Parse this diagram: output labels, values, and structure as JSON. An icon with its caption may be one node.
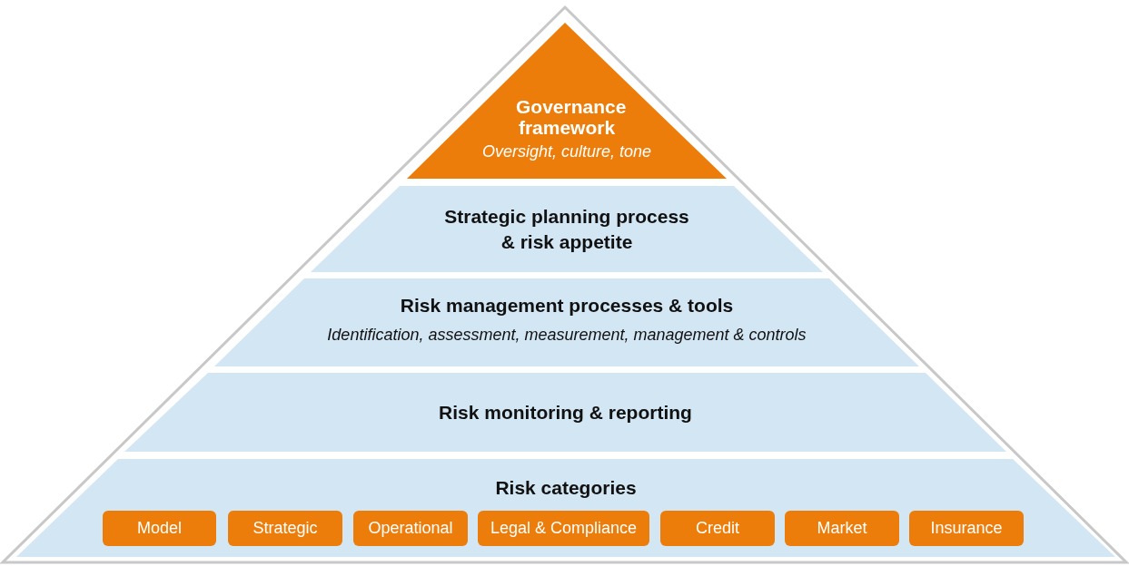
{
  "diagram": {
    "nodes": [
      {
        "text": [
          "Governance framework",
          "Oversight, culture, tone"
        ]
      },
      {
        "text": [
          "Strategic planning process & risk appetite"
        ]
      },
      {
        "text": [
          "Risk management processes & tools",
          "Identification, assessment, measurement, management & controls"
        ]
      },
      {
        "text": [
          "Risk monitoring & reporting"
        ]
      },
      {
        "text": [
          "Risk categories"
        ]
      },
      {
        "text": [
          "Model"
        ],
        "in": 4
      },
      {
        "text": [
          "Strategic"
        ],
        "in": 4
      },
      {
        "text": [
          "Operational"
        ],
        "in": 4
      },
      {
        "text": [
          "Legal & Compliance"
        ],
        "in": 4
      },
      {
        "text": [
          "Credit"
        ],
        "in": 4
      },
      {
        "text": [
          "Market"
        ],
        "in": 4
      },
      {
        "text": [
          "Insurance"
        ],
        "in": 4
      }
    ],
    "edges": []
  }
}
